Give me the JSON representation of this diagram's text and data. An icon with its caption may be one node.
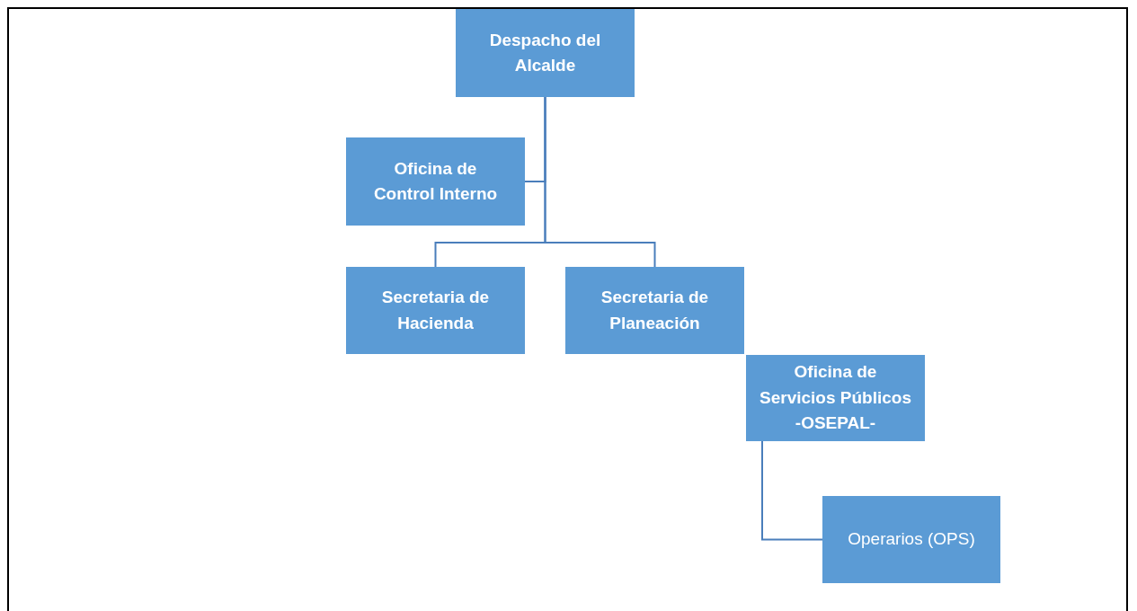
{
  "diagram": {
    "nodes": [
      {
        "text": [
          "Despacho del Alcalde"
        ]
      },
      {
        "text": [
          "Oficina de Control Interno"
        ]
      },
      {
        "text": [
          "Secretaria de Hacienda"
        ]
      },
      {
        "text": [
          "Secretaria de Planeación"
        ]
      },
      {
        "text": [
          "Oficina de Servicios Públicos -OSEPAL-"
        ]
      },
      {
        "text": [
          "Operarios (OPS)"
        ]
      }
    ],
    "edges": [
      {
        "from": 0,
        "to": 1,
        "arrow": "none"
      },
      {
        "from": 0,
        "to": 2,
        "arrow": "none"
      },
      {
        "from": 0,
        "to": 3,
        "arrow": "none"
      },
      {
        "from": 4,
        "to": 5,
        "arrow": "none"
      }
    ]
  }
}
